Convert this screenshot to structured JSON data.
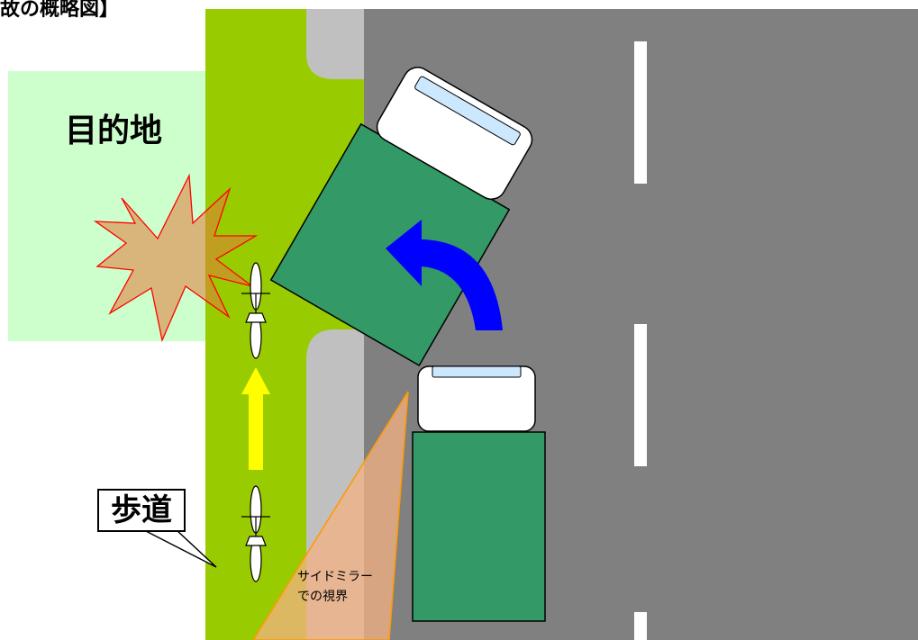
{
  "diagram": {
    "title": "故の概略図】",
    "destination_label": "目的地",
    "sidewalk_label": "歩道",
    "mirror_view_label_line1": "サイドミラー",
    "mirror_view_label_line2": "での視界"
  },
  "colors": {
    "destination_area": "#ccffcc",
    "sidewalk": "#99cc00",
    "curb": "#c0c0c0",
    "road": "#808080",
    "lane_marking": "#ffffff",
    "truck_body": "#339966",
    "cab": "#ffffff",
    "windshield": "#cce8ff",
    "turn_arrow": "#0000ff",
    "cyclist_direction_arrow": "#ffff00",
    "collision_burst": "#f4a480",
    "collision_outline": "#ff0000",
    "mirror_view_fill": "#f4b183",
    "mirror_view_outline": "#ff9900"
  },
  "icons": {
    "turn_arrow": "left-turn-arrow-icon",
    "cyclist_direction": "up-arrow-icon",
    "collision": "collision-burst-icon",
    "bicycle": "bicycle-icon"
  }
}
